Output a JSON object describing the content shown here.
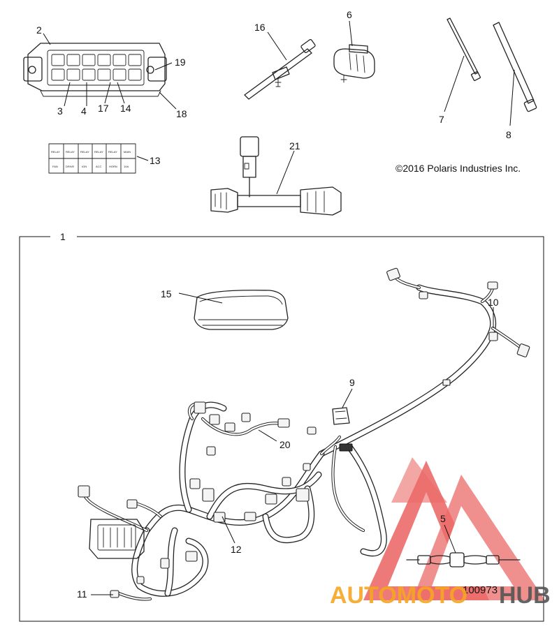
{
  "figure": {
    "copyright": "©2016 Polaris Industries Inc.",
    "figure_number": "100973"
  },
  "callouts": [
    {
      "id": "c1",
      "text": "1"
    },
    {
      "id": "c2",
      "text": "2"
    },
    {
      "id": "c3",
      "text": "3"
    },
    {
      "id": "c4",
      "text": "4"
    },
    {
      "id": "c5",
      "text": "5"
    },
    {
      "id": "c6",
      "text": "6"
    },
    {
      "id": "c7",
      "text": "7"
    },
    {
      "id": "c8",
      "text": "8"
    },
    {
      "id": "c9",
      "text": "9"
    },
    {
      "id": "c10",
      "text": "10"
    },
    {
      "id": "c11",
      "text": "11"
    },
    {
      "id": "c12",
      "text": "12"
    },
    {
      "id": "c13",
      "text": "13"
    },
    {
      "id": "c14",
      "text": "14"
    },
    {
      "id": "c15",
      "text": "15"
    },
    {
      "id": "c16",
      "text": "16"
    },
    {
      "id": "c17",
      "text": "17"
    },
    {
      "id": "c18",
      "text": "18"
    },
    {
      "id": "c19",
      "text": "19"
    },
    {
      "id": "c20",
      "text": "20"
    },
    {
      "id": "c21",
      "text": "21"
    }
  ],
  "watermark": {
    "brand_part1": "AUTOMOTO",
    "brand_part2": "HUB",
    "color_primary": "#e8524f",
    "color_secondary": "#f5a623",
    "color_dark": "#555555"
  },
  "fuse_label_13": {
    "row1": [
      "RELAY",
      "RELAY",
      "RELAY",
      "RELAY",
      "RELAY",
      "MAIN"
    ],
    "row2": [
      "FAN",
      "DRIVE",
      "IGN",
      "ACC",
      "HORN",
      "10A"
    ]
  }
}
